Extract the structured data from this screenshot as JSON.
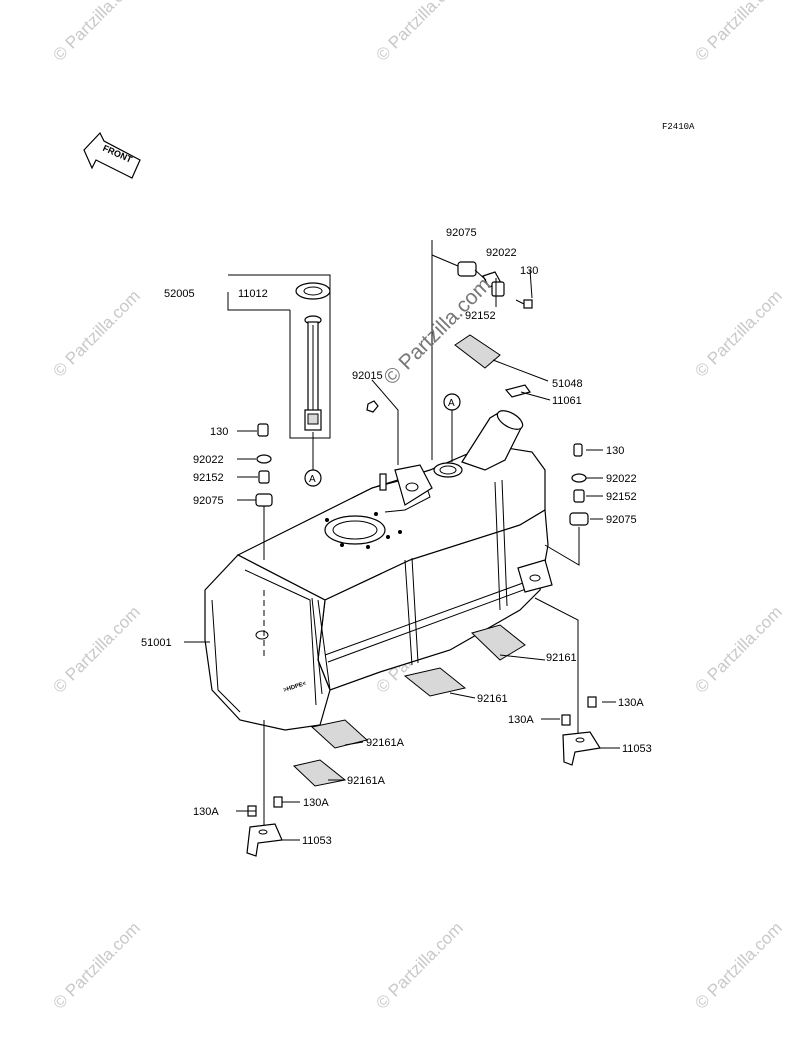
{
  "figure_code": "F2410A",
  "front_label": "FRONT",
  "ref_marker": "A",
  "tank_marking": ">HDPE<",
  "watermark": "© Partzilla.com",
  "callouts": {
    "p92075_top": "92075",
    "p92022_top": "92022",
    "p130_top": "130",
    "p92152_top": "92152",
    "p52005": "52005",
    "p11012": "11012",
    "p92015": "92015",
    "p51048": "51048",
    "p11061": "11061",
    "p130_left": "130",
    "p92022_left": "92022",
    "p92152_left": "92152",
    "p92075_left": "92075",
    "p130_right": "130",
    "p92022_right": "92022",
    "p92152_right": "92152",
    "p92075_right": "92075",
    "p51001": "51001",
    "p92161_right": "92161",
    "p92161_mid": "92161",
    "p92161A_upper": "92161A",
    "p92161A_lower": "92161A",
    "p130A_right_a": "130A",
    "p130A_right_b": "130A",
    "p11053_right": "11053",
    "p130A_left_a": "130A",
    "p130A_left_b": "130A",
    "p11053_left": "11053"
  }
}
